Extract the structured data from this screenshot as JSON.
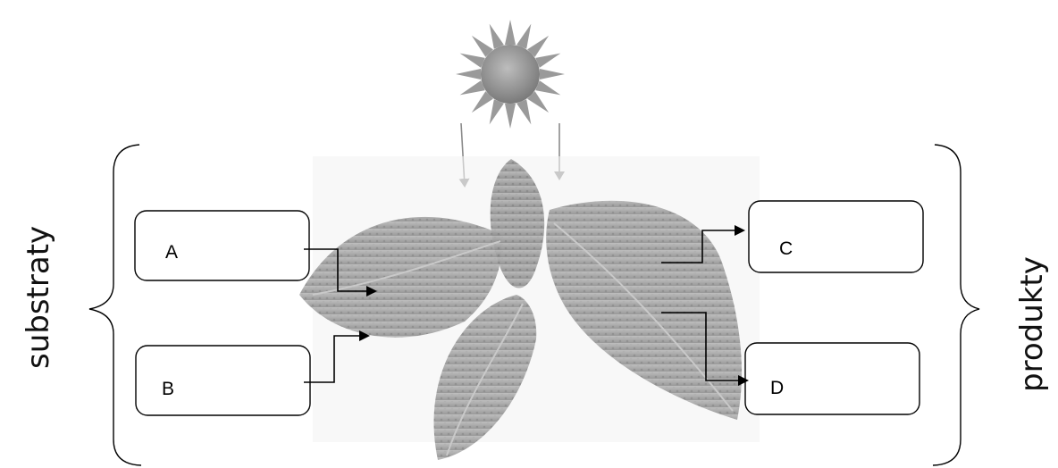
{
  "labels": {
    "left_side": "substraty",
    "right_side": "produkty"
  },
  "boxes": {
    "a": "A",
    "b": "B",
    "c": "C",
    "d": "D"
  },
  "illustration": {
    "light_source": "sun-icon",
    "subject": "leaf-illustration",
    "colors": {
      "sun": "#8c8c8c",
      "leaf": "#9d9d9d",
      "arrow": "#000000",
      "ray_arrow": "#8a8a8a"
    }
  }
}
